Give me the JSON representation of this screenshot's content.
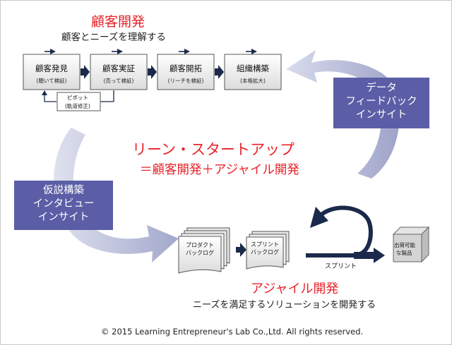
{
  "top": {
    "title": "顧客開発",
    "subtitle": "顧客とニーズを理解する",
    "steps": [
      {
        "title": "顧客発見",
        "sub": "(聴いて検証)"
      },
      {
        "title": "顧客実証",
        "sub": "(売って検証)"
      },
      {
        "title": "顧客開拓",
        "sub": "(リーチを検証)"
      },
      {
        "title": "組織構築",
        "sub": "(本格拡大)"
      }
    ],
    "pivot": {
      "line1": "ピボット",
      "line2": "(軌道修正)"
    }
  },
  "right_box": {
    "lines": [
      "データ",
      "フィードバック",
      "インサイト"
    ]
  },
  "left_box": {
    "lines": [
      "仮説構築",
      "インタビュー",
      "インサイト"
    ]
  },
  "center": {
    "line1": "リーン・スタートアップ",
    "line2": "＝顧客開発＋アジャイル開発"
  },
  "bottom": {
    "product_backlog": {
      "line1": "プロダクト",
      "line2": "バックログ"
    },
    "sprint_backlog": {
      "line1": "スプリント",
      "line2": "バックログ"
    },
    "sprint_label": "スプリント",
    "shippable": {
      "line1": "出荷可能",
      "line2": "な製品"
    },
    "title": "アジャイル開発",
    "subtitle": "ニーズを満足するソリューションを開発する"
  },
  "footer": "© 2015 Learning Entrepreneur's Lab Co.,Ltd. All rights reserved.",
  "colors": {
    "accent_red": "#e8232a",
    "side_box": "#5b5ea6",
    "arc_gray": "#b7bbd6",
    "dark_navy": "#1b2a4a"
  }
}
